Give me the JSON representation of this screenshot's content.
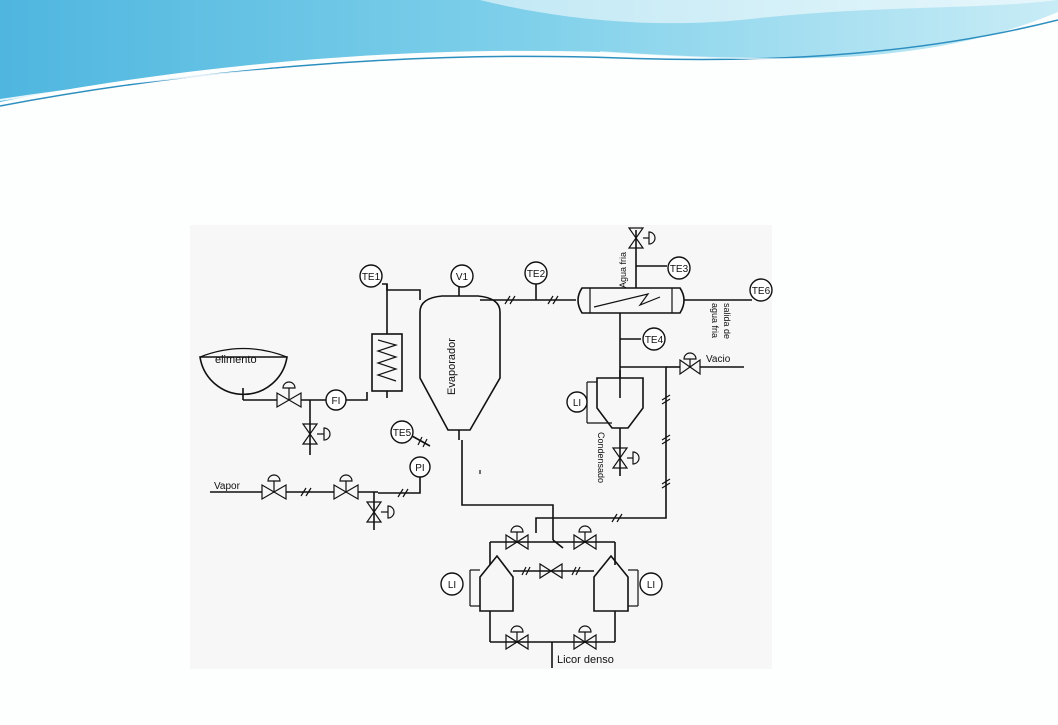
{
  "slide": {
    "accent_color": "#5bbfe0",
    "background": "#fdfefe"
  },
  "diagram": {
    "background": "#f7f7f7",
    "labels": {
      "alimento": "elimento",
      "evaporador": "Evaporador",
      "vapor": "Vapor",
      "vacio": "Vacio",
      "licor_denso": "Licor denso",
      "condensado": "Condensado",
      "agua_fria_in": "Agua fria",
      "salida_agua_line1": "salida de",
      "salida_agua_line2": "agua fria"
    },
    "instruments": {
      "te1": "TE1",
      "v1": "V1",
      "te2": "TE2",
      "te3": "TE3",
      "te4": "TE4",
      "te5": "TE5",
      "te6": "TE6",
      "fi": "FI",
      "pi": "PI",
      "li_condensado": "LI",
      "li_left": "LI",
      "li_right": "LI"
    }
  }
}
